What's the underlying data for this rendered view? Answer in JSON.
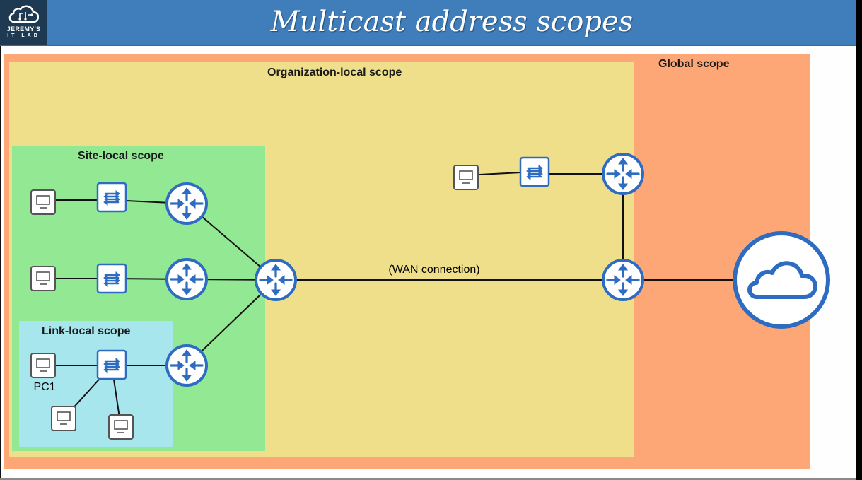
{
  "header": {
    "title": "Multicast address scopes",
    "logo": {
      "line1": "JEREMY'S",
      "line2": "IT LAB",
      "icon": "cloud-circuit-icon"
    }
  },
  "colors": {
    "header_blue": "#3f7dbb",
    "logo_bg": "#1e3a52",
    "global_scope": "#fea776",
    "organization_scope": "#f0df8a",
    "site_scope": "#93e894",
    "link_scope": "#a8e6ee",
    "device_blue": "#2d6cc0"
  },
  "scopes": {
    "global": {
      "label": "Global scope"
    },
    "organization": {
      "label": "Organization-local scope"
    },
    "site": {
      "label": "Site-local scope"
    },
    "link": {
      "label": "Link-local scope"
    }
  },
  "devices": {
    "pcs": [
      {
        "id": "pc-site-1",
        "label": ""
      },
      {
        "id": "pc-site-2",
        "label": ""
      },
      {
        "id": "pc1",
        "label": "PC1"
      },
      {
        "id": "pc-link-2",
        "label": ""
      },
      {
        "id": "pc-link-3",
        "label": ""
      },
      {
        "id": "pc-org",
        "label": ""
      }
    ],
    "switches": [
      {
        "id": "sw-site-1"
      },
      {
        "id": "sw-site-2"
      },
      {
        "id": "sw-link"
      },
      {
        "id": "sw-org"
      }
    ],
    "routers": [
      {
        "id": "r-site-1"
      },
      {
        "id": "r-site-2"
      },
      {
        "id": "r-link"
      },
      {
        "id": "r-site-core"
      },
      {
        "id": "r-org-top"
      },
      {
        "id": "r-org-edge"
      }
    ],
    "internet": {
      "id": "internet-cloud",
      "icon": "cloud-icon"
    }
  },
  "links": {
    "wan_label": "(WAN connection)"
  }
}
